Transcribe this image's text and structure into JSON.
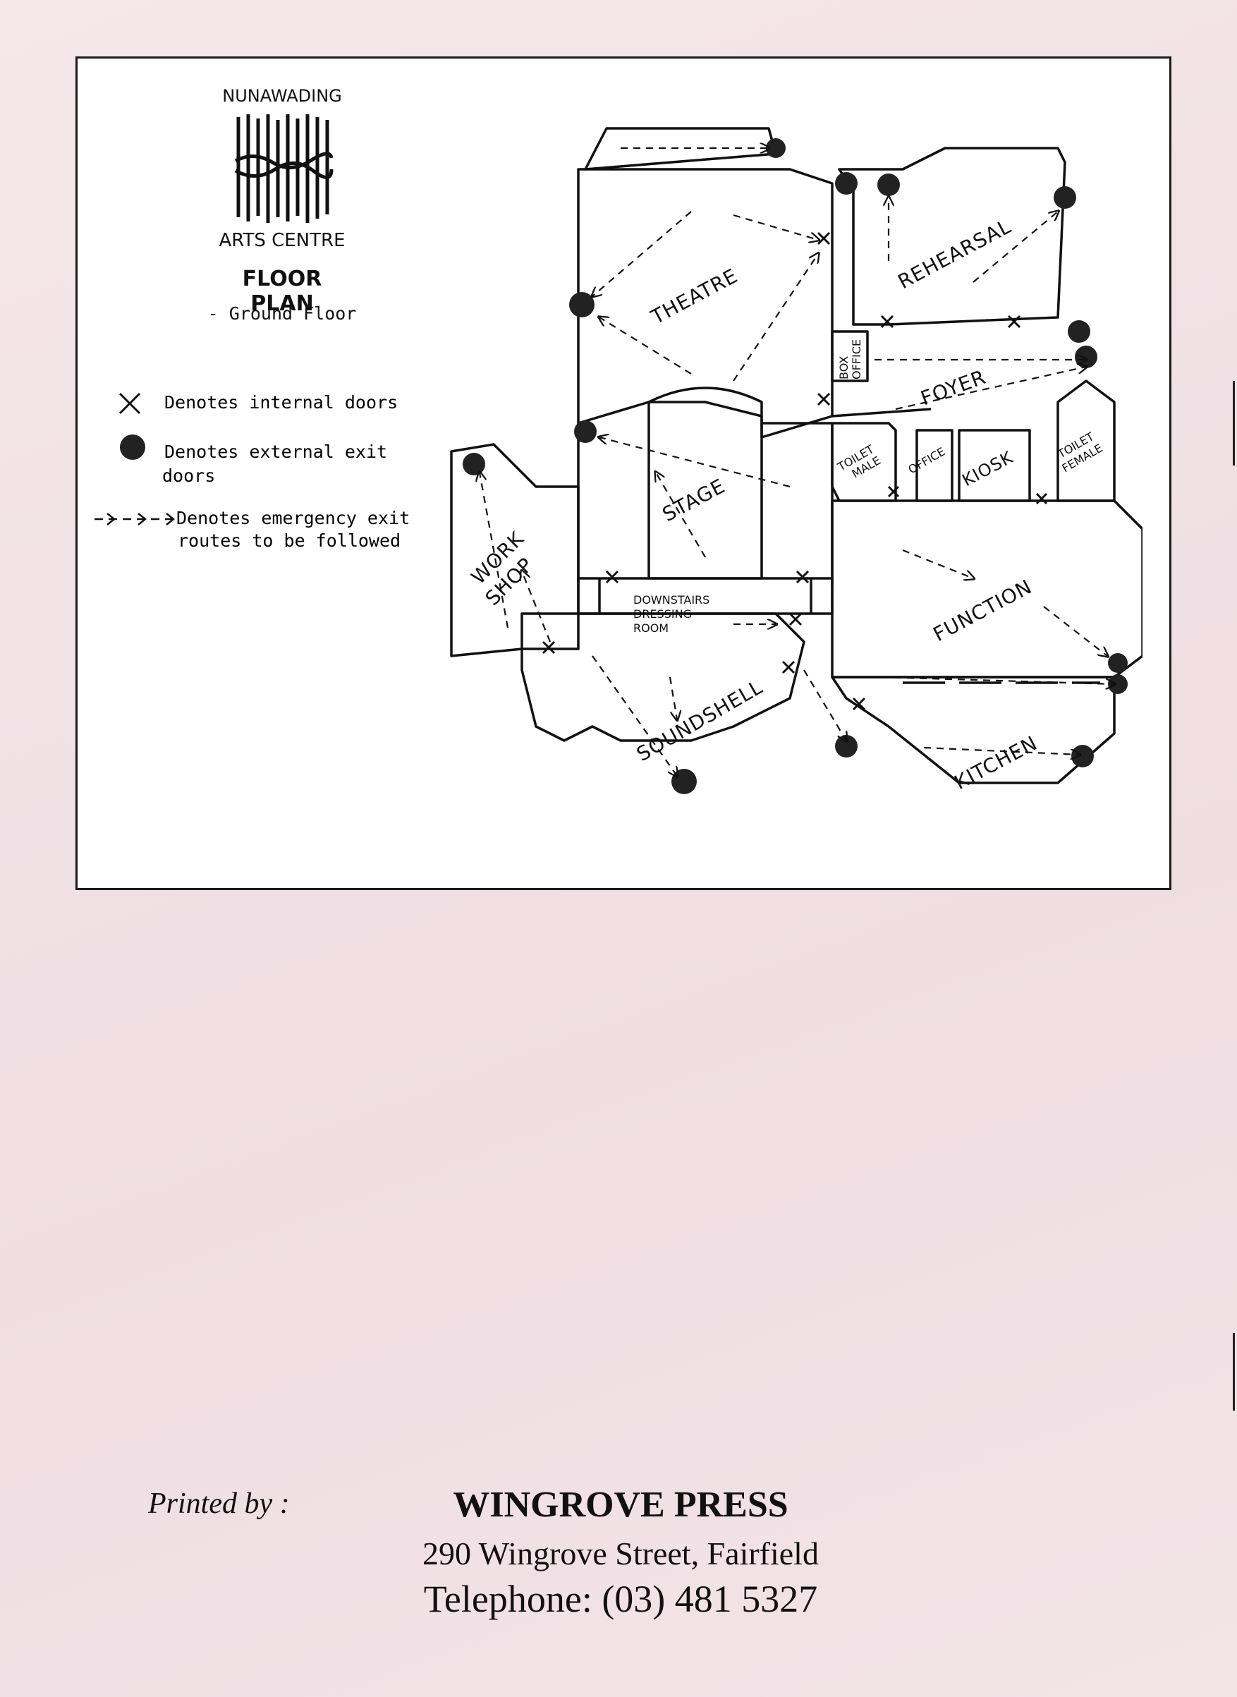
{
  "logo": {
    "top_text": "NUNAWADING",
    "bottom_text": "ARTS CENTRE"
  },
  "plan": {
    "title": "FLOOR PLAN",
    "subtitle": "- Ground Floor"
  },
  "legend": {
    "internal": "Denotes internal doors",
    "external_1": "Denotes external exit",
    "external_2": "doors",
    "emergency_1": "Denotes emergency exit",
    "emergency_2": "routes to be followed"
  },
  "rooms": {
    "theatre": "THEATRE",
    "rehearsal": "REHEARSAL",
    "foyer": "FOYER",
    "box_office_1": "BOX",
    "box_office_2": "OFFICE",
    "stage": "STAGE",
    "toilet_male_1": "TOILET",
    "toilet_male_2": "MALE",
    "office": "OFFICE",
    "kiosk": "KIOSK",
    "toilet_female_1": "TOILET",
    "toilet_female_2": "FEMALE",
    "workshop_1": "WORK",
    "workshop_2": "SHOP",
    "dressing_1": "DOWNSTAIRS",
    "dressing_2": "DRESSING",
    "dressing_3": "ROOM",
    "function": "FUNCTION",
    "soundshell": "SOUNDSHELL",
    "kitchen": "KITCHEN"
  },
  "footer": {
    "printed_by": "Printed by :",
    "press_name": "WINGROVE PRESS",
    "address": "290 Wingrove Street, Fairfield",
    "telephone": "Telephone: (03) 481 5327"
  },
  "colors": {
    "paper": "#f2e2e6",
    "ink": "#111111"
  }
}
